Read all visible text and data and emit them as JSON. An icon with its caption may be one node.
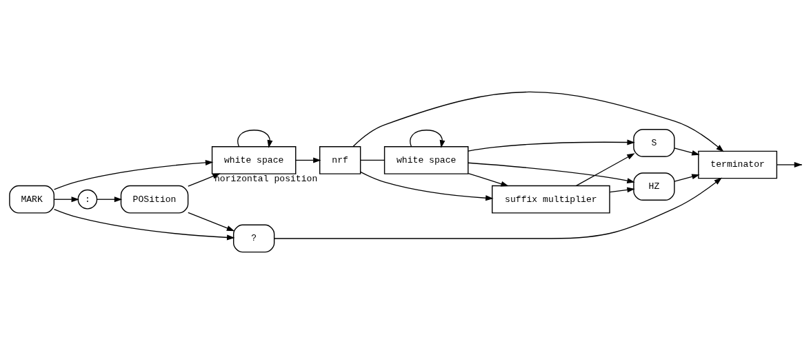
{
  "diagram": {
    "nodes": [
      {
        "text": [
          "MARK"
        ]
      },
      {
        "text": [
          ":"
        ]
      },
      {
        "text": [
          "POSition"
        ]
      },
      {
        "text": [
          "white space"
        ]
      },
      {
        "text": [
          "nrf"
        ],
        "beside": [
          "horizontal position"
        ]
      },
      {
        "text": [
          "white space"
        ]
      },
      {
        "text": [
          "suffix multiplier"
        ]
      },
      {
        "text": [
          "S"
        ]
      },
      {
        "text": [
          "HZ"
        ]
      },
      {
        "text": [
          "terminator"
        ]
      },
      {
        "text": [
          "?"
        ]
      }
    ],
    "edges": [
      {
        "from": 0,
        "to": 1,
        "arrow": "to"
      },
      {
        "from": 0,
        "to": 3,
        "arrow": "to"
      },
      {
        "from": 0,
        "to": 10,
        "arrow": "to"
      },
      {
        "from": 1,
        "to": 2,
        "arrow": "to"
      },
      {
        "from": 2,
        "to": 3,
        "arrow": "to"
      },
      {
        "from": 2,
        "to": 10,
        "arrow": "to"
      },
      {
        "from": 3,
        "to": 3,
        "arrow": "to"
      },
      {
        "from": 3,
        "to": 4,
        "arrow": "to"
      },
      {
        "from": 4,
        "to": 5,
        "arrow": "none"
      },
      {
        "from": 4,
        "to": 6,
        "arrow": "to"
      },
      {
        "from": 4,
        "to": 9,
        "arrow": "to"
      },
      {
        "from": 5,
        "to": 5,
        "arrow": "to"
      },
      {
        "from": 5,
        "to": 6,
        "arrow": "to"
      },
      {
        "from": 5,
        "to": 7,
        "arrow": "to"
      },
      {
        "from": 5,
        "to": 8,
        "arrow": "to"
      },
      {
        "from": 6,
        "to": 7,
        "arrow": "to"
      },
      {
        "from": 6,
        "to": 8,
        "arrow": "to"
      },
      {
        "from": 7,
        "to": 9,
        "arrow": "to"
      },
      {
        "from": 8,
        "to": 9,
        "arrow": "to"
      },
      {
        "from": 10,
        "to": 9,
        "arrow": "to"
      },
      {
        "from": 9,
        "to": null,
        "arrow": "to"
      }
    ]
  }
}
